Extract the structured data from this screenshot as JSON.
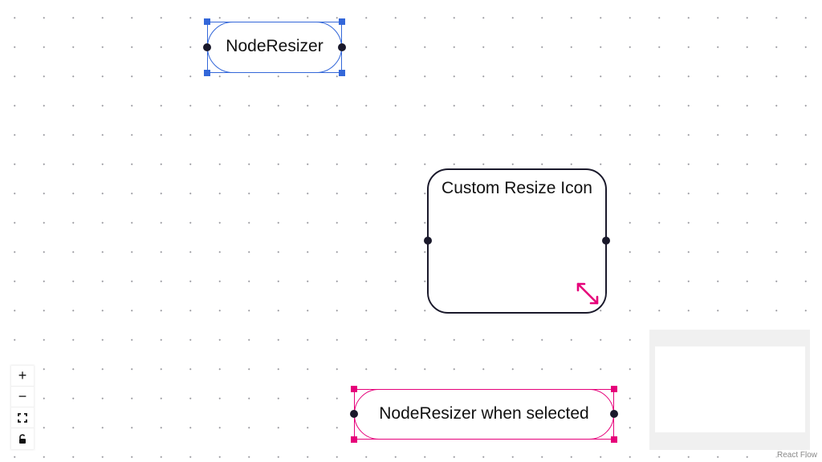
{
  "nodes": {
    "resizer": {
      "label": "NodeResizer",
      "accent": "#3367d9"
    },
    "custom_icon": {
      "label": "Custom Resize Icon",
      "accent": "#e6007a"
    },
    "when_selected": {
      "label": "NodeResizer when selected",
      "accent": "#e6007a"
    }
  },
  "controls": {
    "zoom_in": "+",
    "zoom_out": "−",
    "fit_view": "fit-view-icon",
    "lock": "lock-icon"
  },
  "attribution": "React Flow",
  "colors": {
    "handle": "#1a192b",
    "node_border": "#1a192b",
    "background_dots": "#9a9aa0",
    "minimap_bg": "#f0f0f0"
  }
}
